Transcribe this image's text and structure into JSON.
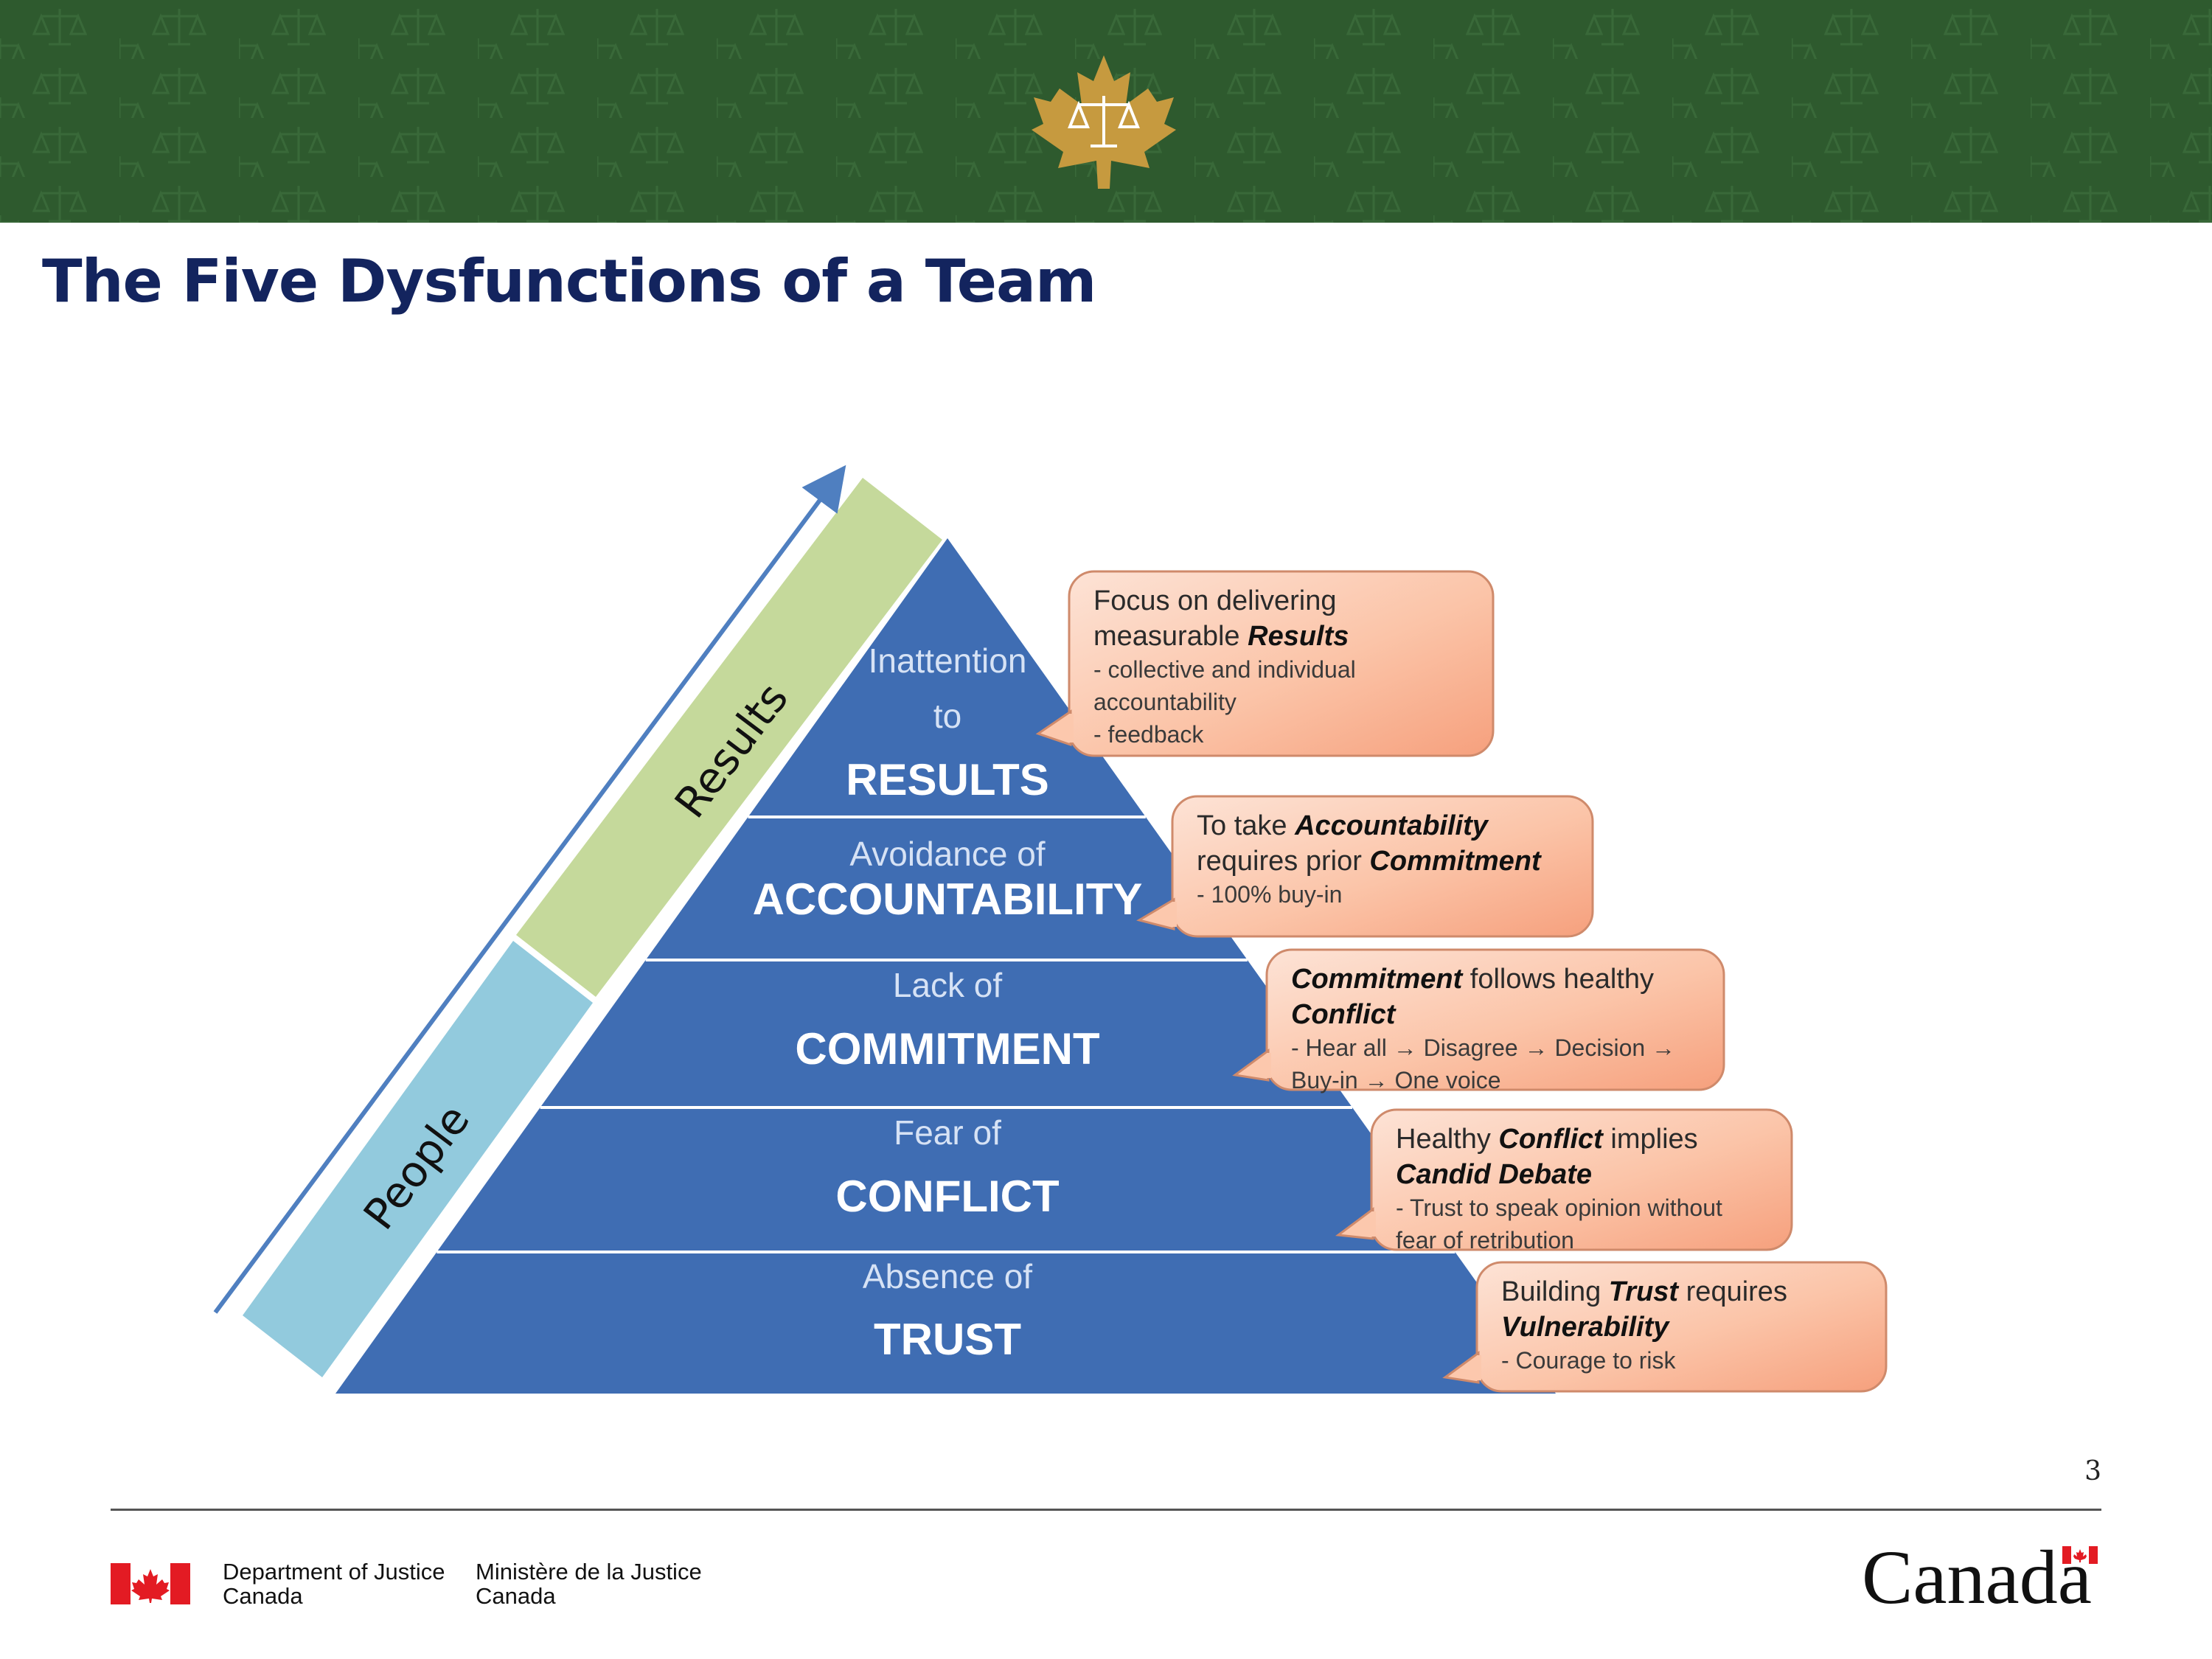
{
  "slide": {
    "title": "The Five Dysfunctions of a Team",
    "page_number": "3"
  },
  "colors": {
    "banner_green": "#2e5a2e",
    "maple_gold": "#c69a3f",
    "pyramid_blue": "#3f6db3",
    "results_band": "#c5d99b",
    "people_band": "#92cadd",
    "callout_fill": "#fbb79a",
    "callout_stroke": "#cf8a6b",
    "title_navy": "#13245e"
  },
  "arrow": {
    "results_label": "Results",
    "people_label": "People"
  },
  "pyramid": {
    "levels": [
      {
        "id": "results",
        "top_lines": [
          "Inattention",
          "to"
        ],
        "main": "RESULTS"
      },
      {
        "id": "accountability",
        "top_lines": [
          "Avoidance of"
        ],
        "main": "ACCOUNTABILITY"
      },
      {
        "id": "commitment",
        "top_lines": [
          "Lack of"
        ],
        "main": "COMMITMENT"
      },
      {
        "id": "conflict",
        "top_lines": [
          "Fear of"
        ],
        "main": "CONFLICT"
      },
      {
        "id": "trust",
        "top_lines": [
          "Absence of"
        ],
        "main": "TRUST"
      }
    ]
  },
  "callouts": [
    {
      "id": "results",
      "headline": [
        [
          [
            "Focus on  delivering",
            false
          ]
        ],
        [
          [
            "measurable ",
            false
          ],
          [
            "Results",
            true
          ]
        ]
      ],
      "details": [
        "- collective and individual",
        "  accountability",
        "- feedback"
      ]
    },
    {
      "id": "accountability",
      "headline": [
        [
          [
            "To take ",
            false
          ],
          [
            "Accountability",
            true
          ]
        ],
        [
          [
            "requires prior ",
            false
          ],
          [
            "Commitment",
            true
          ]
        ]
      ],
      "details": [
        "- 100% buy-in"
      ]
    },
    {
      "id": "commitment",
      "headline": [
        [
          [
            "Commitment",
            true
          ],
          [
            " follows healthy",
            false
          ]
        ],
        [
          [
            "Conflict",
            true
          ]
        ]
      ],
      "details": [
        "- Hear all  → Disagree → Decision →",
        "Buy-in  → One voice"
      ]
    },
    {
      "id": "conflict",
      "headline": [
        [
          [
            "Healthy ",
            false
          ],
          [
            "Conflict",
            true
          ],
          [
            " implies",
            false
          ]
        ],
        [
          [
            "Candid Debate",
            true
          ]
        ]
      ],
      "details": [
        "- Trust to speak opinion without",
        "fear of retribution"
      ]
    },
    {
      "id": "trust",
      "headline": [
        [
          [
            "Building ",
            false
          ],
          [
            "Trust",
            true
          ],
          [
            " requires",
            false
          ]
        ],
        [
          [
            "Vulnerability",
            true
          ]
        ]
      ],
      "details": [
        "- Courage to risk"
      ]
    }
  ],
  "footer": {
    "dept_en": [
      "Department of Justice",
      "Canada"
    ],
    "dept_fr": [
      "Ministère de la Justice",
      "Canada"
    ],
    "wordmark": "Canada"
  }
}
